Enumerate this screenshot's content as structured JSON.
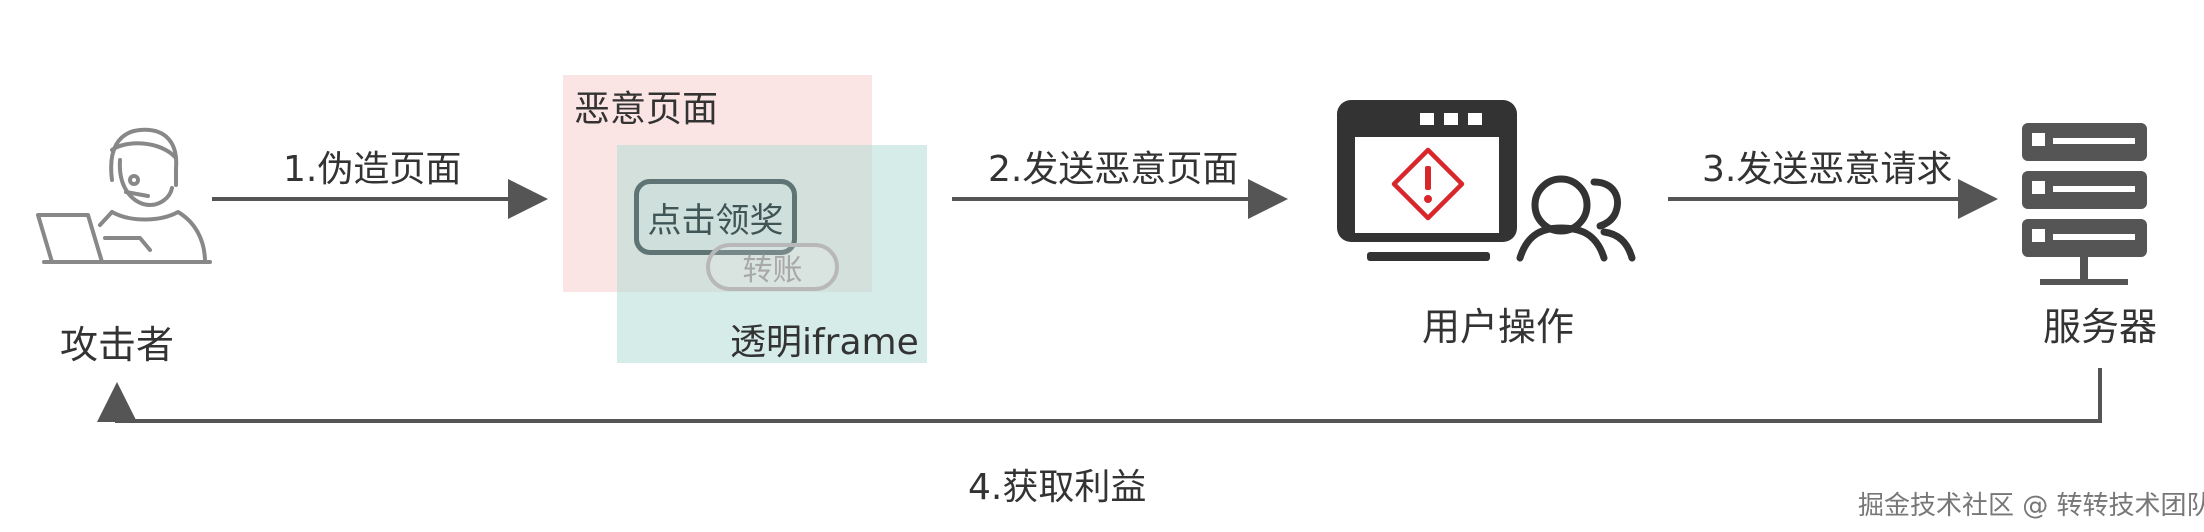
{
  "nodes": {
    "attacker": "攻击者",
    "user_action": "用户操作",
    "server": "服务器"
  },
  "malicious_page": {
    "title": "恶意页面",
    "iframe_label": "透明iframe",
    "claim_button": "点击领奖",
    "transfer_button": "转账"
  },
  "edges": {
    "step1": "1.伪造页面",
    "step2": "2.发送恶意页面",
    "step3": "3.发送恶意请求",
    "step4": "4.获取利益"
  },
  "watermark": "掘金技术社区 @ 转转技术团队",
  "icons": {
    "attacker": "attacker-laptop-icon",
    "browser": "browser-warning-icon",
    "users": "users-icon",
    "server": "server-icon"
  },
  "colors": {
    "line": "#555555",
    "icon": "#3a3a3a",
    "warning": "#d9262b",
    "malicious_bg": "#f7cdcd",
    "iframe_bg": "#b2dcd6"
  }
}
